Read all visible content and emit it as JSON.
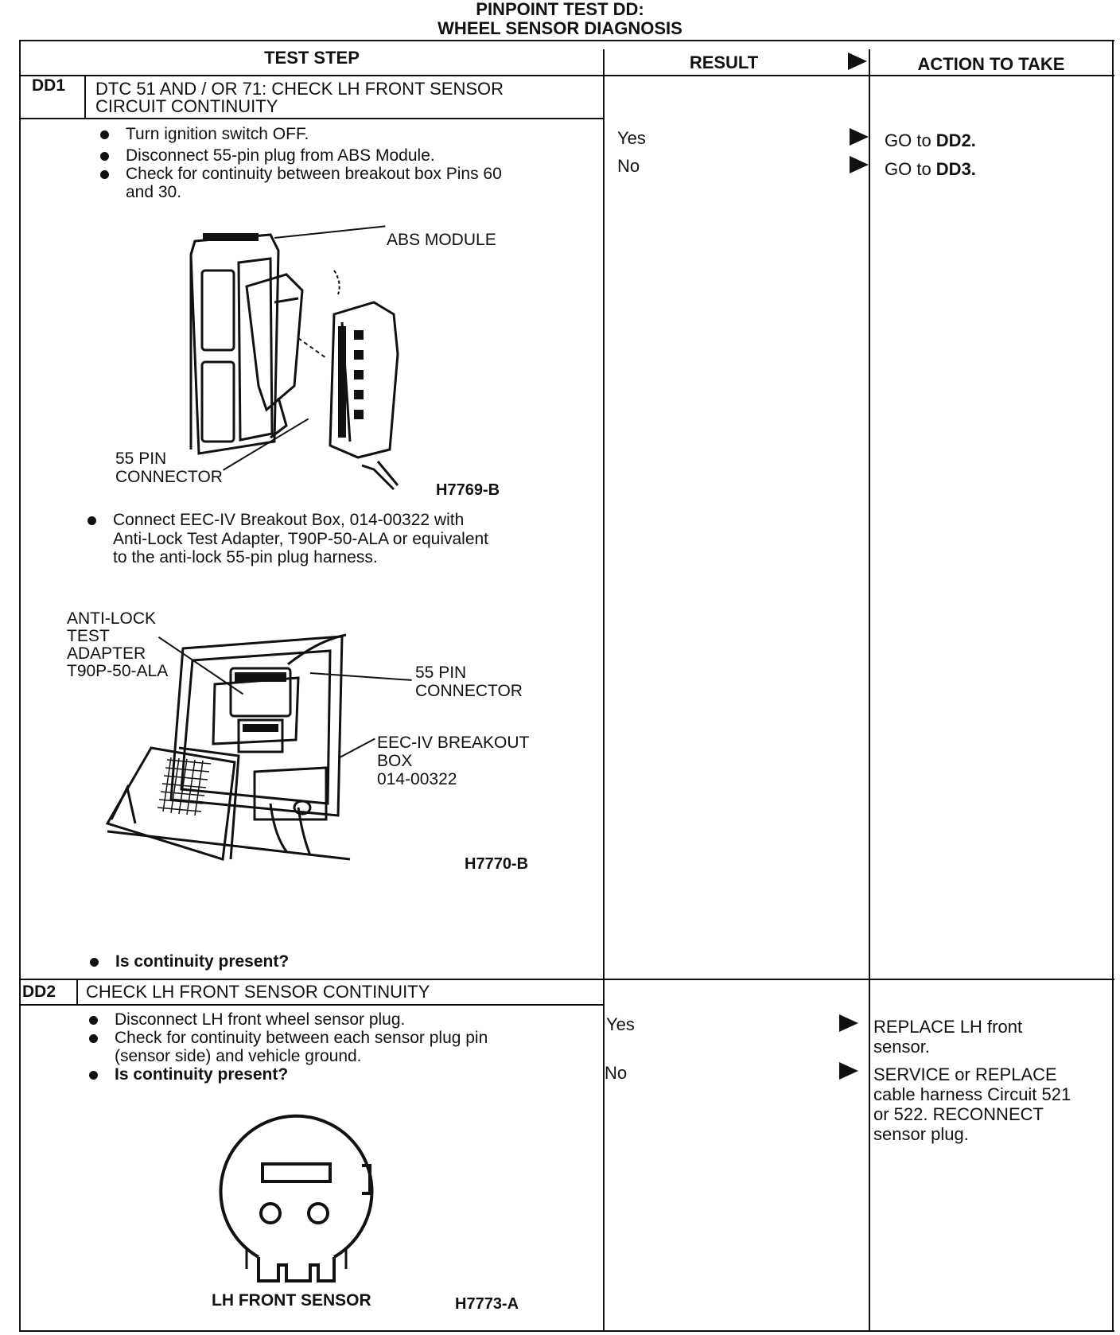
{
  "title": {
    "line1": "PINPOINT TEST DD:",
    "line2": "WHEEL SENSOR DIAGNOSIS"
  },
  "headers": {
    "test_step": "TEST STEP",
    "result": "RESULT",
    "action": "ACTION TO TAKE"
  },
  "dd1": {
    "id": "DD1",
    "heading_line1": "DTC 51 AND / OR 71: CHECK LH FRONT SENSOR",
    "heading_line2": "CIRCUIT CONTINUITY",
    "steps": [
      "Turn ignition switch OFF.",
      "Disconnect 55-pin plug from ABS Module.",
      "Check for continuity between breakout box Pins 60",
      "and 30."
    ],
    "fig1": {
      "abs_module": "ABS MODULE",
      "connector_line1": "55 PIN",
      "connector_line2": "CONNECTOR",
      "id": "H7769-B"
    },
    "step4": [
      "Connect EEC-IV Breakout Box, 014-00322 with",
      "Anti-Lock Test Adapter, T90P-50-ALA or equivalent",
      "to the anti-lock 55-pin plug harness."
    ],
    "fig2": {
      "adapter": [
        "ANTI-LOCK",
        "TEST",
        "ADAPTER",
        "T90P-50-ALA"
      ],
      "connector": [
        "55 PIN",
        "CONNECTOR"
      ],
      "box": [
        "EEC-IV BREAKOUT",
        "BOX",
        "014-00322"
      ],
      "id": "H7770-B"
    },
    "question": "Is continuity present?",
    "results": [
      {
        "result": "Yes",
        "action_prefix": "GO to ",
        "action_bold": "DD2."
      },
      {
        "result": "No",
        "action_prefix": "GO to ",
        "action_bold": "DD3."
      }
    ]
  },
  "dd2": {
    "id": "DD2",
    "heading": "CHECK LH FRONT SENSOR CONTINUITY",
    "steps": [
      "Disconnect LH front wheel sensor plug.",
      "Check for continuity between each sensor plug pin",
      "(sensor side) and vehicle ground."
    ],
    "question": "Is continuity present?",
    "fig": {
      "label": "LH FRONT SENSOR",
      "id": "H7773-A"
    },
    "results": [
      {
        "result": "Yes",
        "action": [
          "REPLACE LH front",
          "sensor."
        ]
      },
      {
        "result": "No",
        "action": [
          "SERVICE or REPLACE",
          "cable harness Circuit 521",
          "or 522. RECONNECT",
          "sensor plug."
        ]
      }
    ]
  }
}
